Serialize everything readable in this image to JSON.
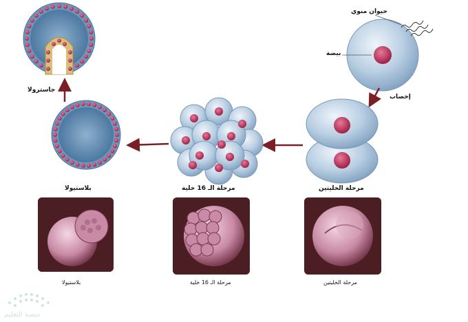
{
  "labels": {
    "sperm": "حيوان منوي",
    "egg": "بيضة",
    "fertilization": "إخصاب",
    "gastrula": "جاسترولا",
    "two_cell": "مرحلة الخليتين",
    "sixteen_cell": "مرحلة الـ 16 خلية",
    "blastula": "بلاستيولا"
  },
  "captions": {
    "photo_two_cell": "مرحلة الخليتين",
    "photo_sixteen_cell": "مرحلة الـ 16 خلية",
    "photo_blastula": "بلاستيولا"
  },
  "watermark": {
    "text": "منصة التعليم"
  },
  "colors": {
    "cell_blue": "#a9c3dc",
    "nucleus": "#c0305a",
    "arrow": "#7a1f24",
    "photo_bg": "#4a1e22",
    "embryo": "#d9a7bc"
  }
}
